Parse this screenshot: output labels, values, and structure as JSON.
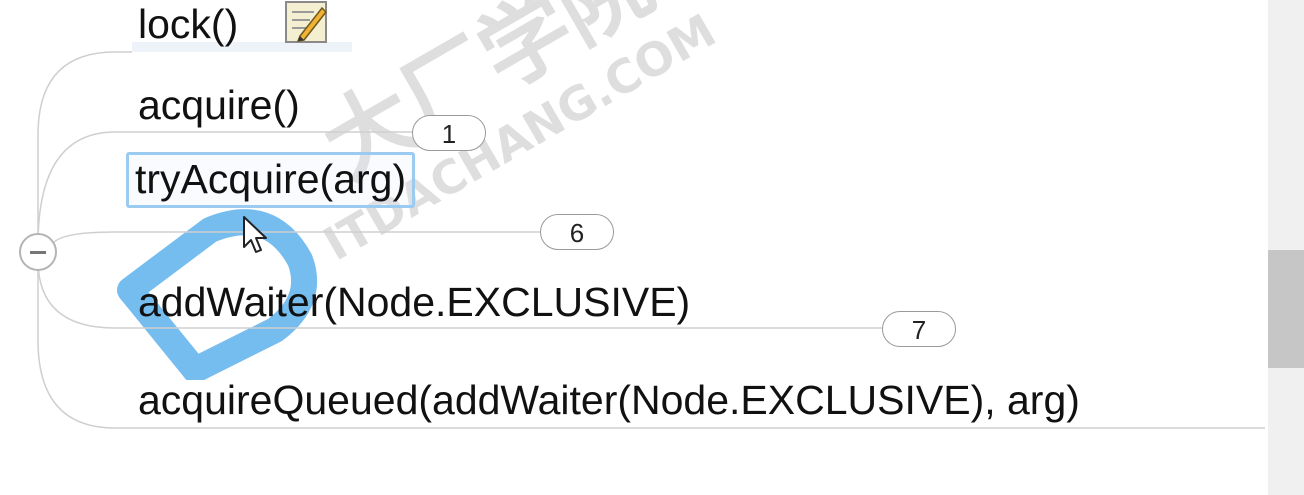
{
  "mindmap": {
    "parent_node": {
      "label": "lock()",
      "note_icon": "note-pencil-icon"
    },
    "children": [
      {
        "label": "acquire()",
        "badge": "1"
      },
      {
        "label": "tryAcquire(arg)",
        "badge": "6",
        "selected": true
      },
      {
        "label": "addWaiter(Node.EXCLUSIVE)",
        "badge": "7"
      },
      {
        "label": "acquireQueued(addWaiter(Node.EXCLUSIVE), arg)"
      }
    ],
    "collapse_toggle": "minus-icon"
  },
  "watermark": {
    "cn_text": "大厂学院",
    "en_text": "ITDACHANG.COM",
    "logo": "d-logo"
  },
  "colors": {
    "branch_line": "#c8c8c8",
    "selection_border": "#9ccbf2",
    "watermark_blue": "#3aa0e8",
    "watermark_gray": "#c0c0c0"
  }
}
